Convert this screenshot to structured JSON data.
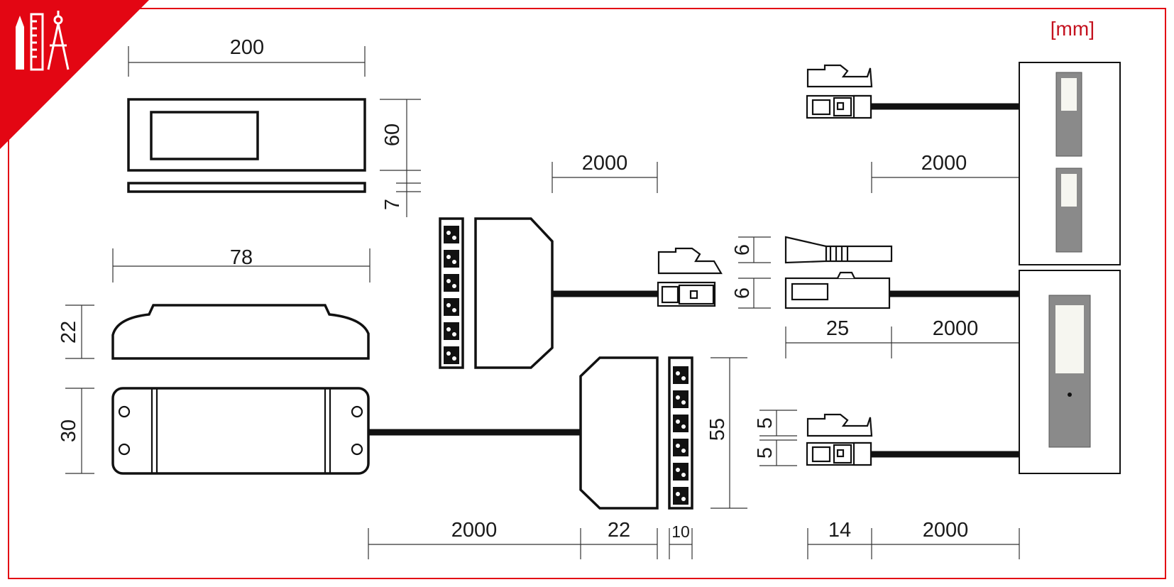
{
  "unit_label": "[mm]",
  "colors": {
    "brand_red": "#e30613",
    "line": "#111111",
    "aluminium": "#8a8a8a"
  },
  "icon": "drafting-tools-icon",
  "dimensions": {
    "driver_top_width": "200",
    "driver_top_height": "60",
    "driver_top_thickness": "7",
    "driver_side_width": "78",
    "driver_side_height": "22",
    "driver_front_height": "30",
    "cable_driver": "2000",
    "distributor_length": "22",
    "distributor_depth": "10",
    "distributor_height": "55",
    "cable_extension": "2000",
    "plug_height_a": "6",
    "plug_height_b": "6",
    "coupler_length": "25",
    "cable_lamp_middle": "2000",
    "cable_lamp_top": "2000",
    "plug_height_c": "5",
    "plug_height_d": "5",
    "plug_length": "14",
    "cable_lamp_bottom": "2000"
  }
}
